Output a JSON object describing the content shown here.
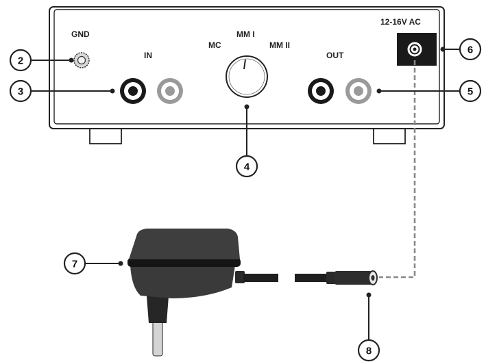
{
  "labels": {
    "gnd": "GND",
    "in": "IN",
    "out": "OUT",
    "mc": "MC",
    "mm1": "MM I",
    "mm2": "MM II",
    "power": "12-16V AC"
  },
  "callouts": {
    "c2": "2",
    "c3": "3",
    "c4": "4",
    "c5": "5",
    "c6": "6",
    "c7": "7",
    "c8": "8"
  },
  "colors": {
    "outline": "#222222",
    "jack_dark": "#1a1a1a",
    "jack_light": "#9a9a9a",
    "adapter_body": "#3a3a3a",
    "dash": "#888888"
  }
}
